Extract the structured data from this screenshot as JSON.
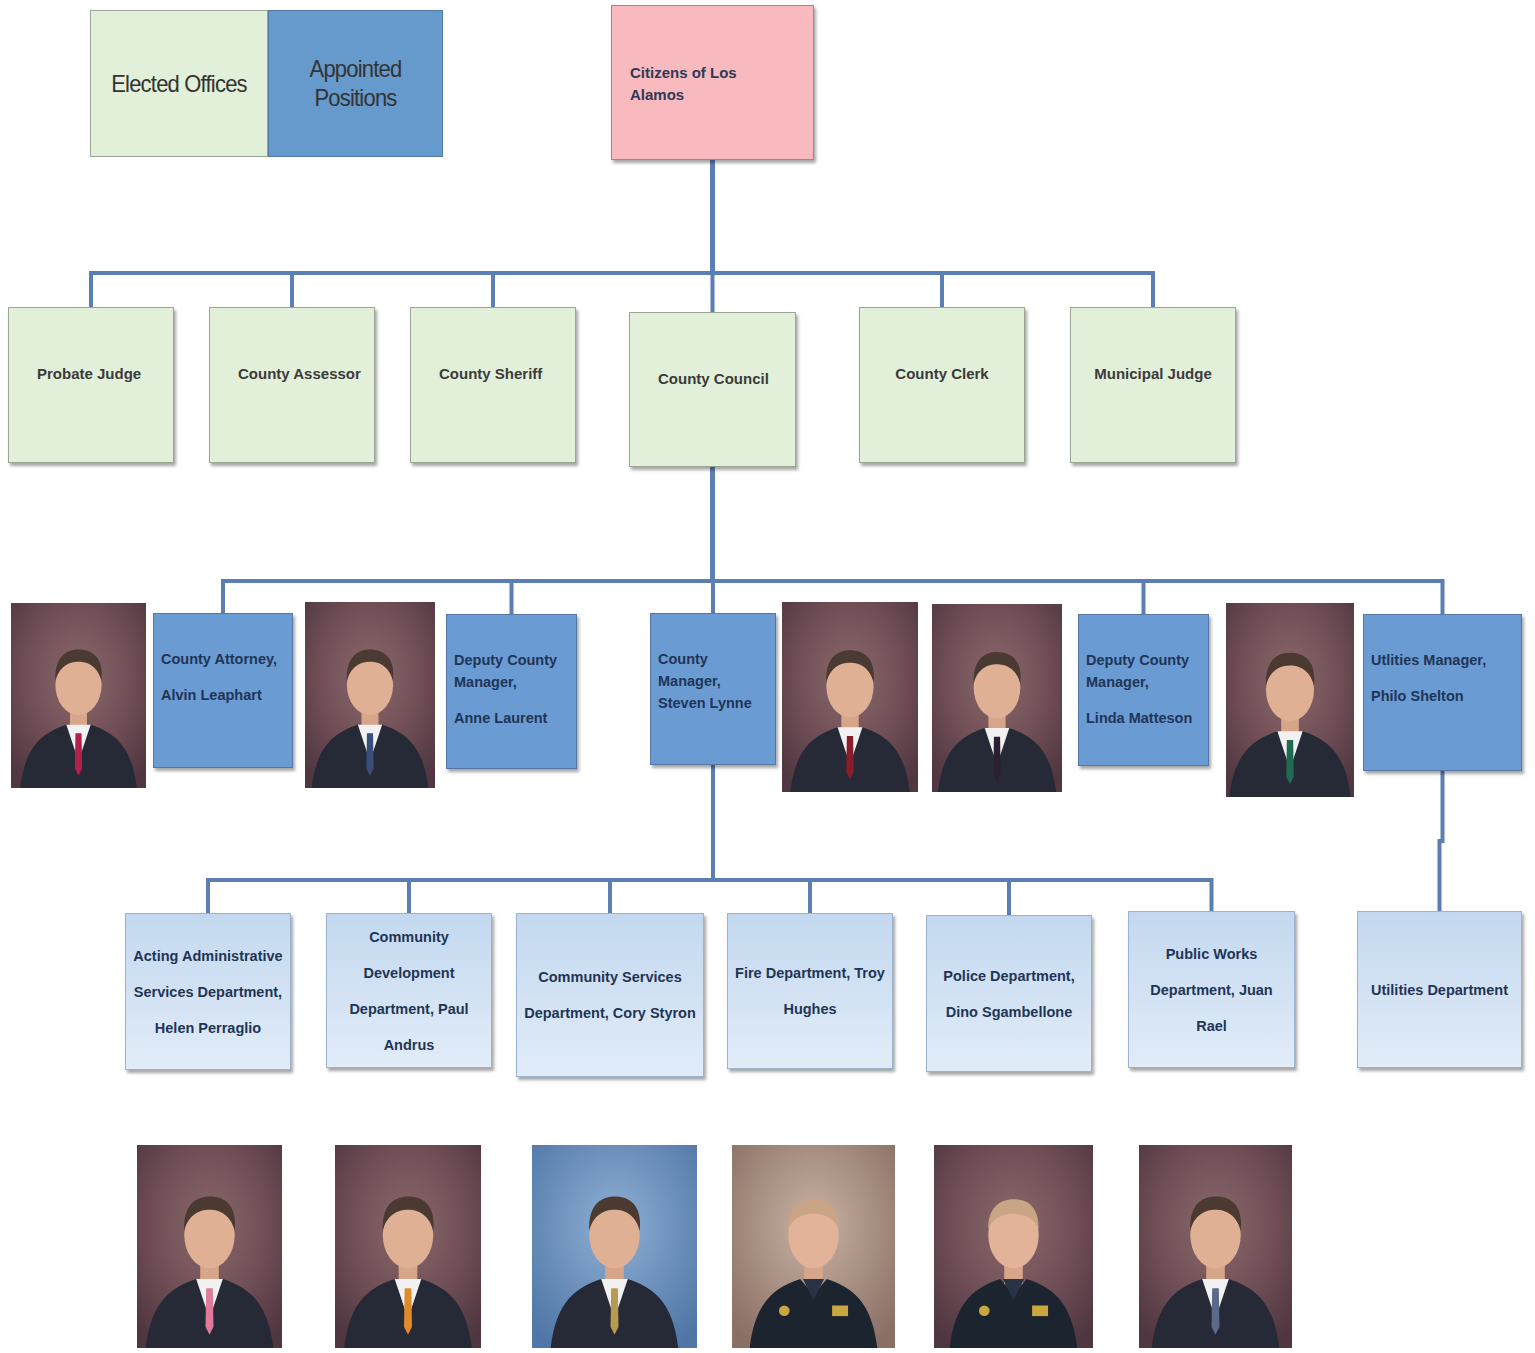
{
  "diagram": {
    "nodes": [
      {
        "text": [
          "Citizens of Los Alamos"
        ]
      },
      {
        "text": [
          "Probate Judge"
        ]
      },
      {
        "text": [
          "County Assessor"
        ]
      },
      {
        "text": [
          "County Sheriff"
        ]
      },
      {
        "text": [
          "County Council"
        ]
      },
      {
        "text": [
          "County Clerk"
        ]
      },
      {
        "text": [
          "Municipal Judge"
        ]
      },
      {
        "text": [
          "County Attorney,",
          "Alvin Leaphart"
        ]
      },
      {
        "text": [
          "Deputy County Manager,",
          "Anne Laurent"
        ]
      },
      {
        "text": [
          "County Manager, Steven Lynne"
        ]
      },
      {
        "text": [
          "Deputy County Manager,",
          "Linda Matteson"
        ]
      },
      {
        "text": [
          "Utlities Manager,",
          "Philo Shelton"
        ]
      },
      {
        "text": [
          "Acting Administrative Services Department, Helen Perraglio"
        ]
      },
      {
        "text": [
          "Community Development Department, Paul Andrus"
        ]
      },
      {
        "text": [
          "Community Services Department, Cory Styron"
        ]
      },
      {
        "text": [
          "Fire Department, Troy Hughes"
        ]
      },
      {
        "text": [
          "Police Department, Dino Sgambellone"
        ]
      },
      {
        "text": [
          "Public Works Department, Juan Rael"
        ]
      },
      {
        "text": [
          "Utilities Department"
        ]
      }
    ],
    "edges": [
      {
        "from": 0,
        "to": 1,
        "arrow": "none"
      },
      {
        "from": 0,
        "to": 2,
        "arrow": "none"
      },
      {
        "from": 0,
        "to": 3,
        "arrow": "none"
      },
      {
        "from": 0,
        "to": 4,
        "arrow": "none"
      },
      {
        "from": 0,
        "to": 5,
        "arrow": "none"
      },
      {
        "from": 0,
        "to": 6,
        "arrow": "none"
      },
      {
        "from": 4,
        "to": 7,
        "arrow": "none"
      },
      {
        "from": 4,
        "to": 8,
        "arrow": "none"
      },
      {
        "from": 4,
        "to": 9,
        "arrow": "none"
      },
      {
        "from": 4,
        "to": 10,
        "arrow": "none"
      },
      {
        "from": 4,
        "to": 11,
        "arrow": "none"
      },
      {
        "from": 9,
        "to": 12,
        "arrow": "none"
      },
      {
        "from": 9,
        "to": 13,
        "arrow": "none"
      },
      {
        "from": 9,
        "to": 14,
        "arrow": "none"
      },
      {
        "from": 9,
        "to": 15,
        "arrow": "none"
      },
      {
        "from": 9,
        "to": 16,
        "arrow": "none"
      },
      {
        "from": 9,
        "to": 17,
        "arrow": "none"
      },
      {
        "from": 11,
        "to": 18,
        "arrow": "none"
      }
    ],
    "legend": [
      {
        "text": "Elected Offices",
        "color": "#e2efd9"
      },
      {
        "text": "Appointed Positions",
        "color": "#6699cc"
      }
    ]
  }
}
